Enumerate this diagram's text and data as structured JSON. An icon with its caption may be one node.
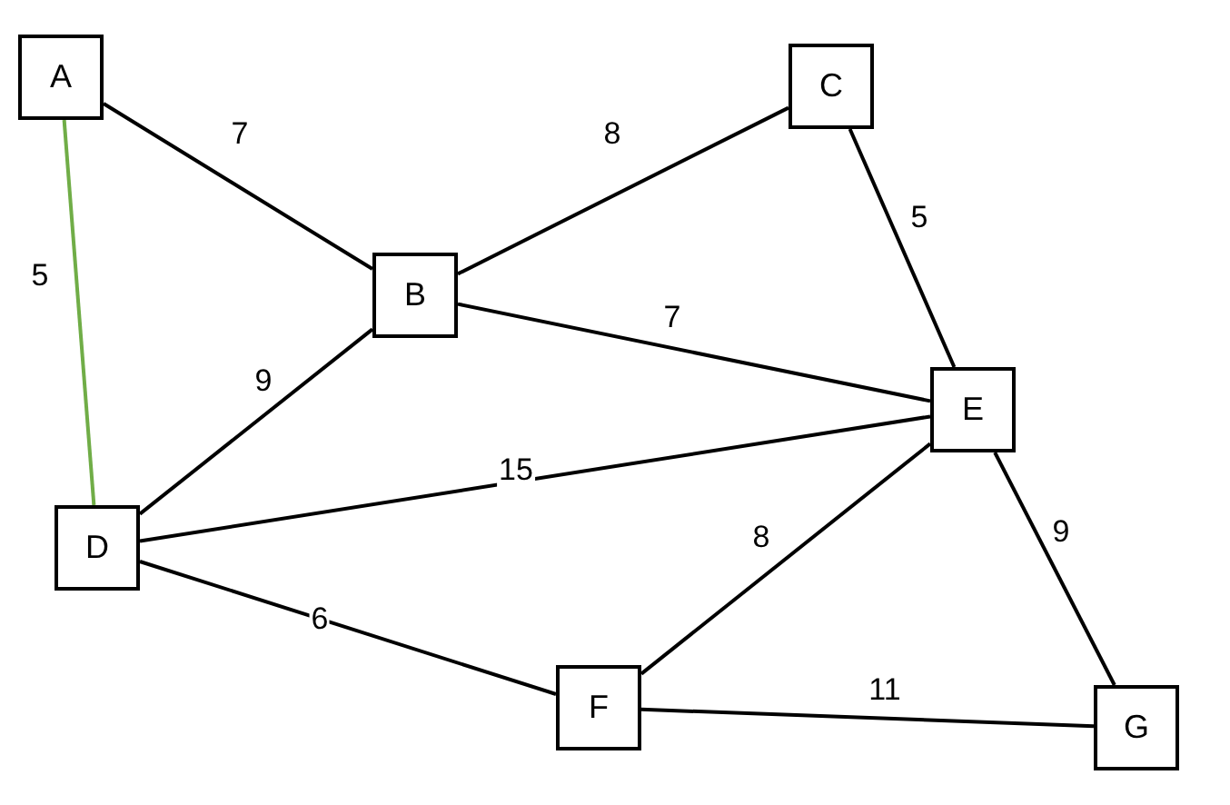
{
  "diagram": {
    "nodes": [
      {
        "text": [
          "A"
        ]
      },
      {
        "text": [
          "B"
        ]
      },
      {
        "text": [
          "C"
        ]
      },
      {
        "text": [
          "D"
        ]
      },
      {
        "text": [
          "E"
        ]
      },
      {
        "text": [
          "F"
        ]
      },
      {
        "text": [
          "G"
        ]
      }
    ],
    "edges": [
      {
        "from": 0,
        "to": 1,
        "arrow": "none",
        "label": "7"
      },
      {
        "from": 0,
        "to": 3,
        "arrow": "none",
        "label": "5",
        "color": "#70ad47"
      },
      {
        "from": 1,
        "to": 2,
        "arrow": "none",
        "label": "8"
      },
      {
        "from": 2,
        "to": 4,
        "arrow": "none",
        "label": "5"
      },
      {
        "from": 1,
        "to": 4,
        "arrow": "none",
        "label": "7"
      },
      {
        "from": 3,
        "to": 1,
        "arrow": "none",
        "label": "9"
      },
      {
        "from": 3,
        "to": 4,
        "arrow": "none",
        "label": "15"
      },
      {
        "from": 3,
        "to": 5,
        "arrow": "none",
        "label": "6"
      },
      {
        "from": 4,
        "to": 5,
        "arrow": "none",
        "label": "8"
      },
      {
        "from": 4,
        "to": 6,
        "arrow": "none",
        "label": "9"
      },
      {
        "from": 5,
        "to": 6,
        "arrow": "none",
        "label": "11"
      }
    ]
  }
}
